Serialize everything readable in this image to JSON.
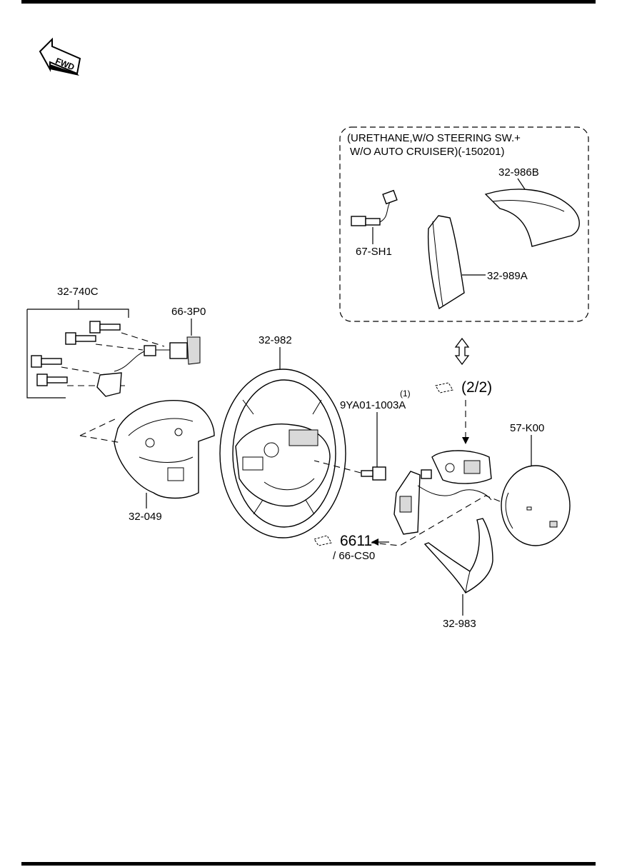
{
  "fwd_badge": "FWD",
  "variant_box": {
    "line1": "(URETHANE,W/O STEERING SW.+",
    "line2": "W/O AUTO CRUISER)(-150201)"
  },
  "labels": {
    "bolt_set": "32-740C",
    "connector_66_3p0": "66-3P0",
    "steering_wheel": "32-982",
    "rear_cover": "32-049",
    "bolt": "9YA01-1003A",
    "bolt_qty": "(1)",
    "switch_ref": "(2/2)",
    "airbag": "57-K00",
    "clock_spring_main": "6611",
    "clock_spring_alt": "/ 66-CS0",
    "lower_cover": "32-983",
    "harness": "67-SH1",
    "cover_986b": "32-986B",
    "cover_989a": "32-989A"
  },
  "colors": {
    "line": "#000000",
    "background": "#ffffff"
  }
}
